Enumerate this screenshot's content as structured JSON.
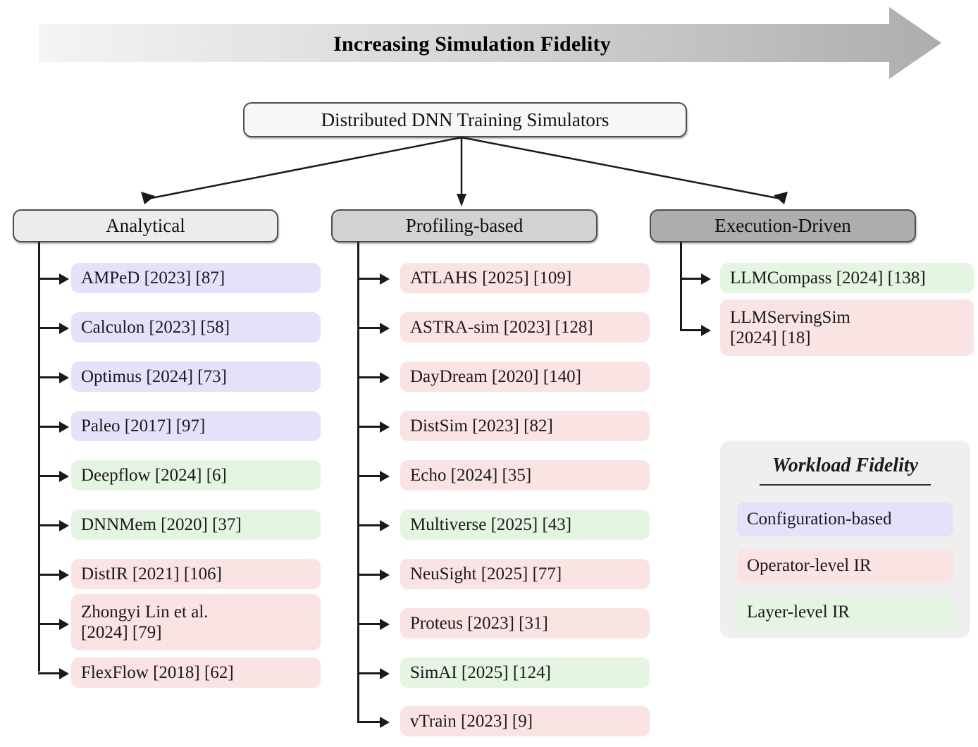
{
  "header": {
    "title": "Increasing Simulation Fidelity",
    "arrow_gradient_from": "#f2f2f2",
    "arrow_gradient_to": "#b0b0b0"
  },
  "root": {
    "label": "Distributed DNN Training Simulators",
    "fill": "#f7f7f7"
  },
  "colors": {
    "configuration_based": "#e3e2f8",
    "operator_level_ir": "#f9e3e3",
    "layer_level_ir": "#e4f5e1",
    "category_light": "#ececec",
    "category_medium": "#d2d2d2",
    "category_dark": "#adadad",
    "legend_panel": "#efefef",
    "line": "#1a1a1a"
  },
  "categories": [
    {
      "id": "analytical",
      "label": "Analytical",
      "fill": "#ececec",
      "items": [
        {
          "label": "AMPeD [2023] [87]",
          "fidelity": "configuration_based"
        },
        {
          "label": "Calculon [2023] [58]",
          "fidelity": "configuration_based"
        },
        {
          "label": "Optimus [2024] [73]",
          "fidelity": "configuration_based"
        },
        {
          "label": "Paleo [2017] [97]",
          "fidelity": "configuration_based"
        },
        {
          "label": "Deepflow [2024] [6]",
          "fidelity": "layer_level_ir"
        },
        {
          "label": "DNNMem [2020] [37]",
          "fidelity": "layer_level_ir"
        },
        {
          "label": "DistIR [2021] [106]",
          "fidelity": "operator_level_ir"
        },
        {
          "label": "Zhongyi Lin et al. [2024] [79]",
          "line1": "Zhongyi Lin et al.",
          "line2": "[2024] [79]",
          "fidelity": "operator_level_ir"
        },
        {
          "label": "FlexFlow [2018] [62]",
          "fidelity": "operator_level_ir"
        }
      ]
    },
    {
      "id": "profiling",
      "label": "Profiling-based",
      "fill": "#d2d2d2",
      "items": [
        {
          "label": "ATLAHS [2025] [109]",
          "fidelity": "operator_level_ir"
        },
        {
          "label": "ASTRA-sim [2023] [128]",
          "fidelity": "operator_level_ir"
        },
        {
          "label": "DayDream [2020] [140]",
          "fidelity": "operator_level_ir"
        },
        {
          "label": "DistSim [2023] [82]",
          "fidelity": "operator_level_ir"
        },
        {
          "label": "Echo [2024] [35]",
          "fidelity": "operator_level_ir"
        },
        {
          "label": "Multiverse [2025] [43]",
          "fidelity": "layer_level_ir"
        },
        {
          "label": "NeuSight [2025] [77]",
          "fidelity": "operator_level_ir"
        },
        {
          "label": "Proteus [2023] [31]",
          "fidelity": "operator_level_ir"
        },
        {
          "label": "SimAI [2025] [124]",
          "fidelity": "layer_level_ir"
        },
        {
          "label": "vTrain [2023] [9]",
          "fidelity": "operator_level_ir"
        }
      ]
    },
    {
      "id": "execution",
      "label": "Execution-Driven",
      "fill": "#adadad",
      "items": [
        {
          "label": "LLMCompass [2024] [138]",
          "fidelity": "layer_level_ir"
        },
        {
          "label": "LLMServingSim [2024] [18]",
          "line1": "LLMServingSim",
          "line2": "[2024] [18]",
          "fidelity": "operator_level_ir"
        }
      ]
    }
  ],
  "legend": {
    "title": "Workload Fidelity",
    "items": [
      {
        "label": "Configuration-based",
        "fidelity": "configuration_based"
      },
      {
        "label": "Operator-level IR",
        "fidelity": "operator_level_ir"
      },
      {
        "label": "Layer-level IR",
        "fidelity": "layer_level_ir"
      }
    ]
  }
}
